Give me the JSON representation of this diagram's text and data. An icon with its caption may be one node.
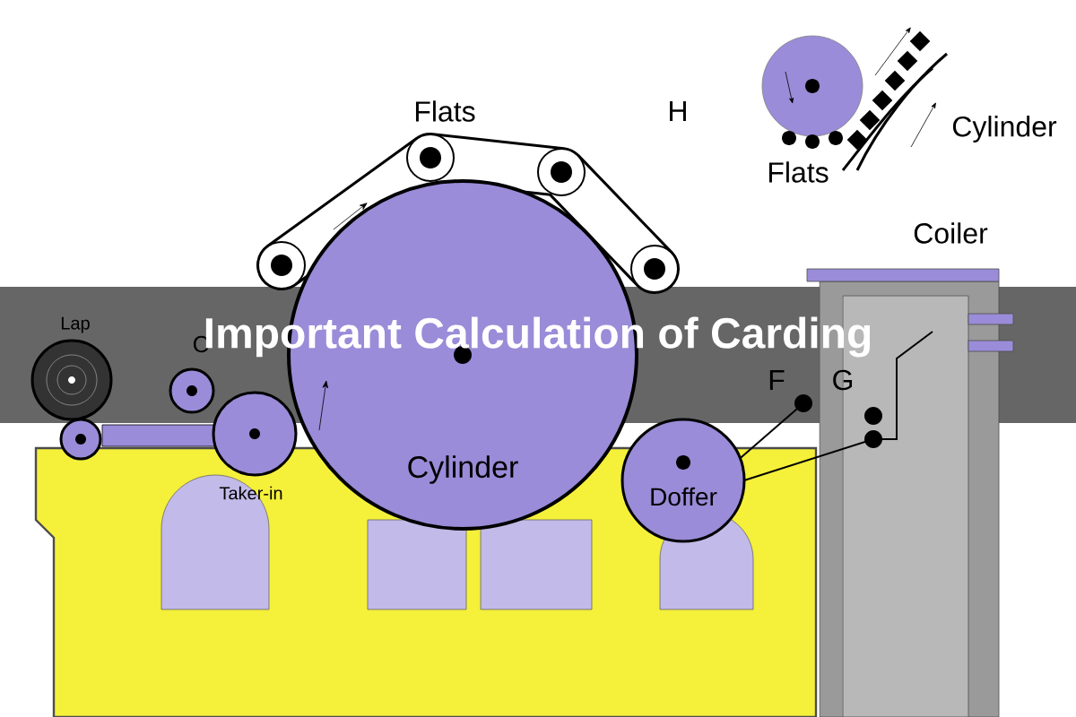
{
  "diagram": {
    "title": "Important Calculation of Carding",
    "nodes": [
      {
        "text": [],
        "shape": "circle",
        "beside": [
          "Lap"
        ]
      },
      {
        "text": [],
        "shape": "circle",
        "beside": [
          "Taker-in"
        ]
      },
      {
        "text": [
          "Cylinder"
        ]
      },
      {
        "text": [
          "Doffer"
        ]
      }
    ],
    "labels": [
      "H",
      "Flats",
      "Cylinder",
      "Flats",
      "Coiler",
      "C",
      "F",
      "G"
    ]
  }
}
